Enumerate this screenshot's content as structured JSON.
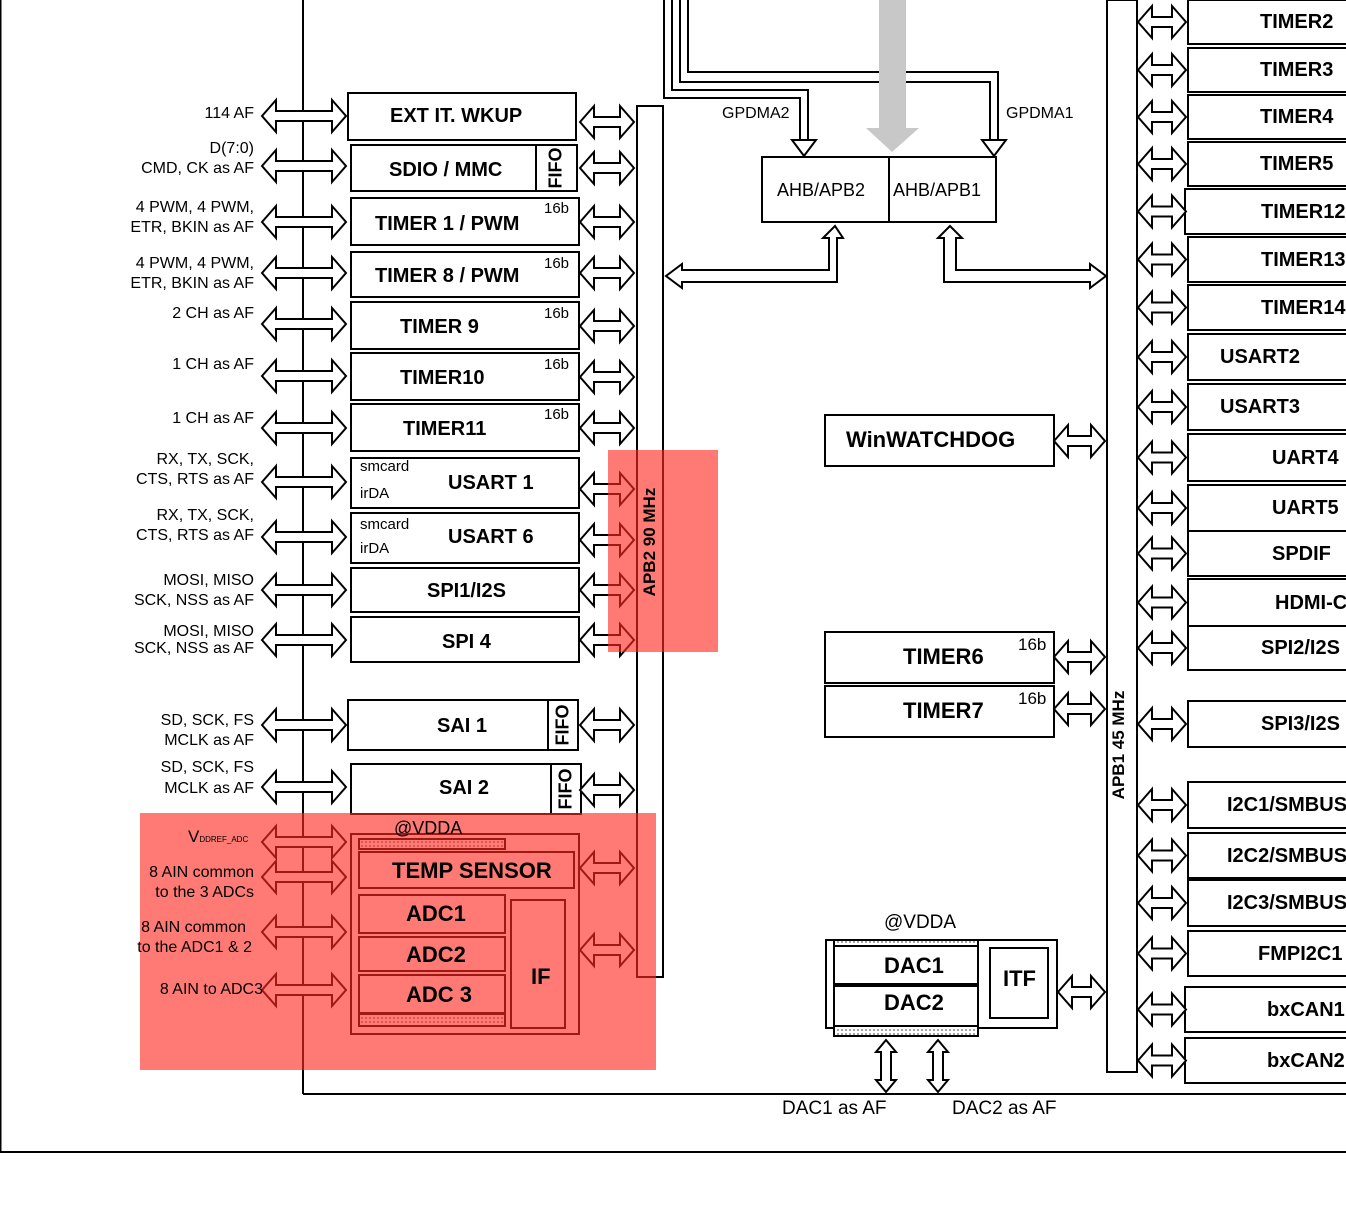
{
  "pin_labels": {
    "af114": "114 AF",
    "sdio_1": "D(7:0)",
    "sdio_2": "CMD, CK as AF",
    "t1_1": "4 PWM, 4 PWM,",
    "t1_2": "ETR, BKIN as AF",
    "t8_1": "4 PWM, 4 PWM,",
    "t8_2": "ETR, BKIN as AF",
    "t9": "2 CH as AF",
    "t10": "1 CH as AF",
    "t11": "1 CH as AF",
    "u1_1": "RX, TX, SCK,",
    "u1_2": "CTS, RTS as AF",
    "u6_1": "RX, TX, SCK,",
    "u6_2": "CTS, RTS as AF",
    "spi1_1": "MOSI, MISO",
    "spi1_2": "SCK, NSS as AF",
    "spi4_1": "MOSI, MISO",
    "spi4_2": "SCK, NSS as AF",
    "sai1_1": "SD, SCK, FS",
    "sai1_2": "MCLK as AF",
    "sai2_1": "SD, SCK, FS",
    "sai2_2": "MCLK as AF",
    "vref_main": "V",
    "vref_sub": "DDREF_ADC",
    "ain1_1": "8 AIN common",
    "ain1_2": "to the 3 ADCs",
    "ain2_1": "8 AIN common",
    "ain2_2": "to the ADC1 & 2",
    "ain3": "8 AIN to ADC3"
  },
  "apb2_blocks": {
    "ext_it": "EXT IT. WKUP",
    "sdio": "SDIO / MMC",
    "sdio_fifo": "FIFO",
    "timer1": "TIMER 1 / PWM",
    "timer8": "TIMER 8 / PWM",
    "timer9": "TIMER 9",
    "timer10": "TIMER10",
    "timer11": "TIMER11",
    "bits16": "16b",
    "usart1": "USART 1",
    "usart6": "USART 6",
    "smcard": "smcard",
    "irda": "irDA",
    "spi1": "SPI1/I2S",
    "spi4": "SPI 4",
    "sai1": "SAI 1",
    "sai2": "SAI 2",
    "fifo": "FIFO"
  },
  "adc_blocks": {
    "vdda": "@VDDA",
    "temp_sensor": "TEMP SENSOR",
    "adc1": "ADC1",
    "adc2": "ADC2",
    "adc3": "ADC 3",
    "if": "IF"
  },
  "buses": {
    "apb2": "APB2 90 MHz",
    "apb1": "APB1 45 MHz",
    "gpdma2": "GPDMA2",
    "gpdma1": "GPDMA1",
    "ahb_apb2": "AHB/APB2",
    "ahb_apb1": "AHB/APB1"
  },
  "middle_blocks": {
    "winwatchdog": "WinWATCHDOG",
    "timer6": "TIMER6",
    "timer7": "TIMER7",
    "bits16": "16b",
    "vdda": "@VDDA",
    "dac1": "DAC1",
    "dac2": "DAC2",
    "itf": "ITF",
    "dac1_af": "DAC1 as AF",
    "dac2_af": "DAC2 as AF"
  },
  "apb1_blocks": [
    "TIMER2",
    "TIMER3",
    "TIMER4",
    "TIMER5",
    "TIMER12",
    "TIMER13",
    "TIMER14",
    "USART2",
    "USART3",
    "UART4",
    "UART5",
    "SPDIF",
    "HDMI-C",
    "SPI2/I2S",
    "SPI3/I2S",
    "I2C1/SMBUS",
    "I2C2/SMBUS",
    "I2C3/SMBUS",
    "FMPI2C1",
    "bxCAN1",
    "bxCAN2"
  ],
  "highlight_color": "#ff3b2f"
}
